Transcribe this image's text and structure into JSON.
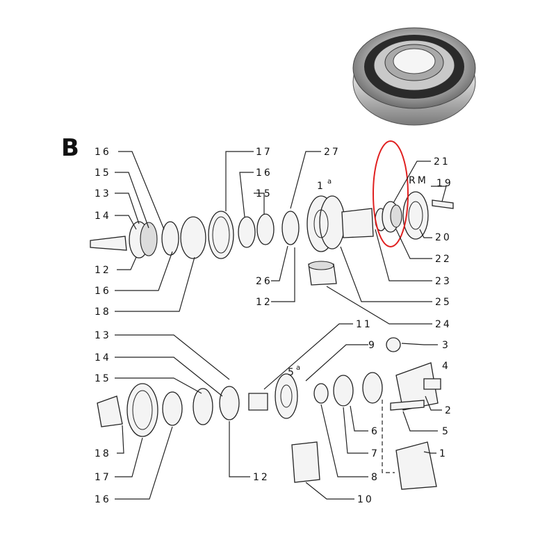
{
  "section_letter": "B",
  "labels": {
    "top_16a": "16",
    "top_15": "15",
    "top_13": "13",
    "top_14": "14",
    "top_12": "12",
    "top_16b": "16",
    "top_18": "18",
    "top_17": "17",
    "top_16c": "16",
    "top_15b": "15",
    "top_27": "27",
    "top_1a": "1",
    "top_1a_sup": "a",
    "top_21": "21",
    "top_rm": "RM",
    "top_19": "19",
    "top_20": "20",
    "top_22": "22",
    "top_23": "23",
    "top_25": "25",
    "top_26": "26",
    "top_12b": "12",
    "top_24": "24",
    "bot_11": "11",
    "bot_13": "13",
    "bot_9": "9",
    "bot_3": "3",
    "bot_5a": "5",
    "bot_5a_sup": "a",
    "bot_14": "14",
    "bot_4": "4",
    "bot_15": "15",
    "bot_2": "2",
    "bot_5": "5",
    "bot_6": "6",
    "bot_18": "18",
    "bot_7": "7",
    "bot_1": "1",
    "bot_17": "17",
    "bot_12": "12",
    "bot_8": "8",
    "bot_16": "16",
    "bot_10": "10"
  },
  "highlight_color": "#e02020",
  "bearing_photo": {
    "icon": "ball-bearing-photo"
  }
}
